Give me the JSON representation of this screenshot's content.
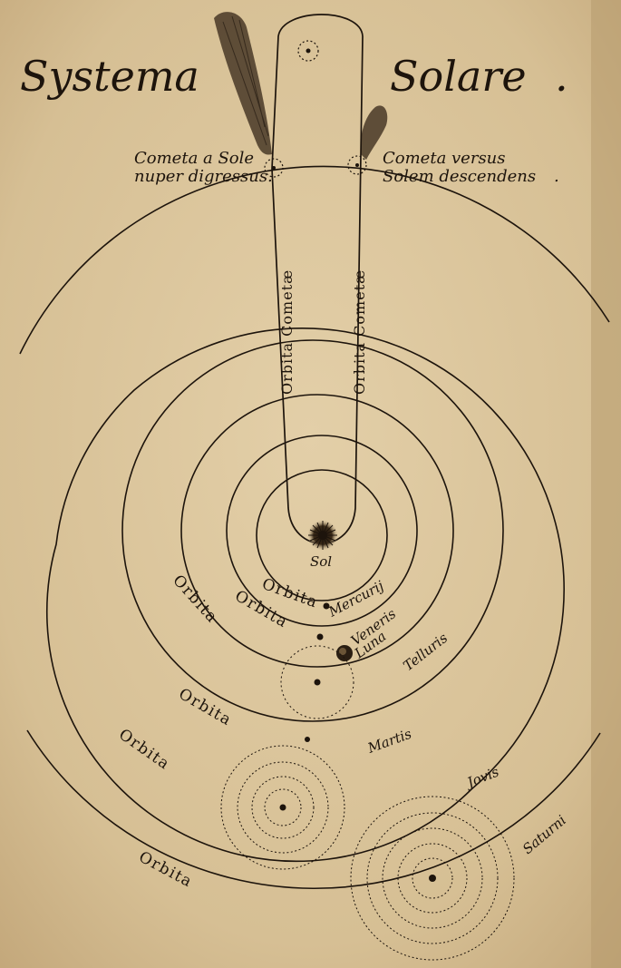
{
  "title_left": "Systema",
  "title_right": "Solare",
  "title_dot": ".",
  "comet_left_line1": "Cometa a Sole",
  "comet_left_line2": "nuper digressus.",
  "comet_right_line1": "Cometa versus",
  "comet_right_line2": "Solem descendens",
  "comet_right_dot": ".",
  "comet_orbit_label": "Orbita Cometæ",
  "sun_label": "Sol",
  "orbit_word": "Orbita",
  "planets": {
    "mercury": "Mercurij",
    "venus": "Veneris",
    "moon": "Luna",
    "earth": "Telluris",
    "mars": "Martis",
    "jupiter": "Jovis",
    "saturn": "Saturni"
  },
  "colors": {
    "paper": "#d9c39a",
    "ink": "#1d140c",
    "stain": "#b9a27a"
  }
}
